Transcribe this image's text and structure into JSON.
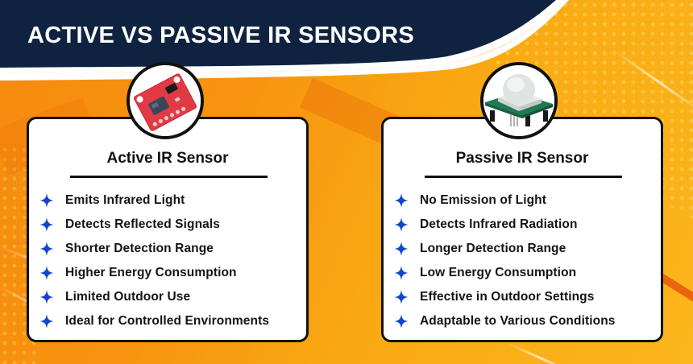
{
  "title": "ACTIVE VS PASSIVE IR SENSORS",
  "colors": {
    "header_navy": "#0f2340",
    "accent_orange": "#f8950f",
    "accent_yellow": "#fbb61c",
    "bullet_blue": "#1246c9",
    "card_border": "#111111"
  },
  "cards": [
    {
      "title": "Active IR Sensor",
      "image": "active-ir-sensor-board",
      "bullet_icon": "four-point-star-icon",
      "items": [
        "Emits Infrared Light",
        "Detects Reflected Signals",
        "Shorter Detection Range",
        "Higher Energy Consumption",
        "Limited Outdoor Use",
        "Ideal for Controlled Environments"
      ]
    },
    {
      "title": "Passive IR Sensor",
      "image": "pir-sensor-module",
      "bullet_icon": "four-point-star-icon",
      "items": [
        "No Emission of Light",
        "Detects Infrared Radiation",
        "Longer Detection Range",
        "Low Energy Consumption",
        "Effective in Outdoor Settings",
        "Adaptable to Various Conditions"
      ]
    }
  ]
}
